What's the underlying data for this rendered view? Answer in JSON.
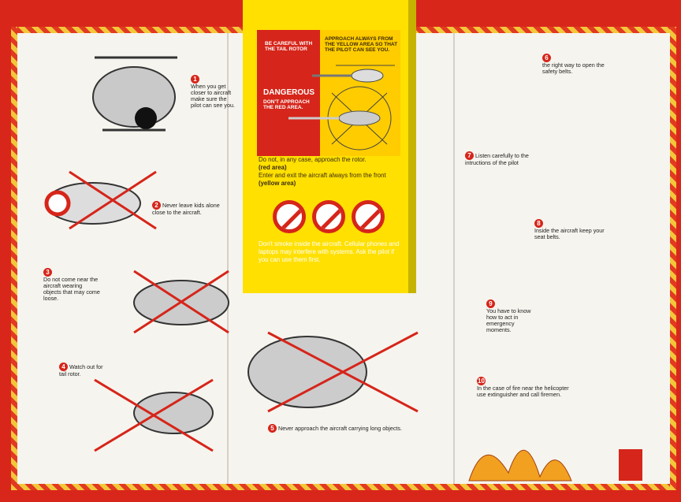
{
  "colors": {
    "red": "#d6251a",
    "yellow": "#ffe000",
    "paper": "#f6f4ee",
    "stripe_yellow": "#f2c73a"
  },
  "center": {
    "diagram_left_top": "BE CAREFUL WITH\nTHE TAIL ROTOR",
    "diagram_right_top": "APPROACH ALWAYS FROM\nTHE YELLOW AREA SO THAT\nTHE PILOT CAN SEE YOU.",
    "danger_title": "DANGEROUS",
    "danger_sub": "DON'T APPROACH\nTHE RED AREA.",
    "text1": "Do not, in any case, approach the rotor.",
    "text1b": "(red area)",
    "text2": "Enter and exit the aircraft always from the front",
    "text2b": "(yellow area)",
    "text3": "Don't smoke inside the aircraft. Cellular phones and laptops may interfere with systems. Ask the pilot if you can use them first."
  },
  "steps": [
    {
      "n": "1",
      "text": "When you get closer to aircraft make sure the pilot can see you."
    },
    {
      "n": "2",
      "text": "Never leave kids alone close to the aircraft."
    },
    {
      "n": "3",
      "text": "Do not come near the aircraft wearing objects that may come loose."
    },
    {
      "n": "4",
      "text": "Watch out for tail rotor."
    },
    {
      "n": "5",
      "text": "Never approach the aircraft carrying long objects."
    },
    {
      "n": "6",
      "text": "the right way to open the safety belts."
    },
    {
      "n": "7",
      "text": "Listen carefully to the intructions of the pilot"
    },
    {
      "n": "8",
      "text": "Inside the aircraft keep your seat belts."
    },
    {
      "n": "9",
      "text": "You have to know how to act in emergency moments."
    },
    {
      "n": "10",
      "text": "In the case of fire near the helicopter use extinguisher and call firemen."
    }
  ],
  "icons": [
    "no-smoking-icon",
    "no-phone-icon",
    "no-laptop-icon"
  ]
}
